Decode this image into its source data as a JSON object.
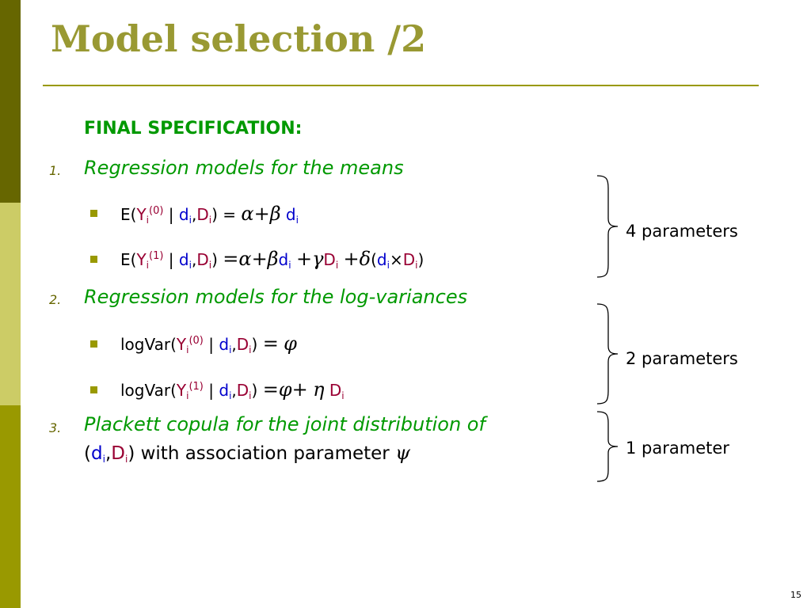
{
  "title": "Model selection /2",
  "subheading": "FINAL SPECIFICATION:",
  "items": [
    {
      "number": "1.",
      "heading": "Regression models for the means"
    },
    {
      "number": "2.",
      "heading": "Regression models for the log-variances"
    },
    {
      "number": "3.",
      "heading": "Plackett copula for the joint distribution of"
    }
  ],
  "symbols": {
    "E": "E(",
    "logVar": "logVar(",
    "Y": "Y",
    "i": "i",
    "d": "d",
    "D": "D",
    "sup0": "(0)",
    "sup1": "(1)",
    "bar": "|",
    "comma": ",",
    "close": ")",
    "eq": "=",
    "plus": "+",
    "alpha": "α",
    "beta": "β",
    "gamma": "γ",
    "delta": "δ",
    "phi": "φ",
    "eta": "η",
    "psi": "ψ",
    "times": "×",
    "open": "("
  },
  "item3_continuation": ") with association parameter",
  "parameters": [
    "4 parameters",
    "2 parameters",
    "1 parameter"
  ],
  "page_number": "15",
  "colors": {
    "title": "#999933",
    "green": "#009900",
    "blue": "#0000cc",
    "red": "#990033",
    "bullet": "#999900"
  }
}
